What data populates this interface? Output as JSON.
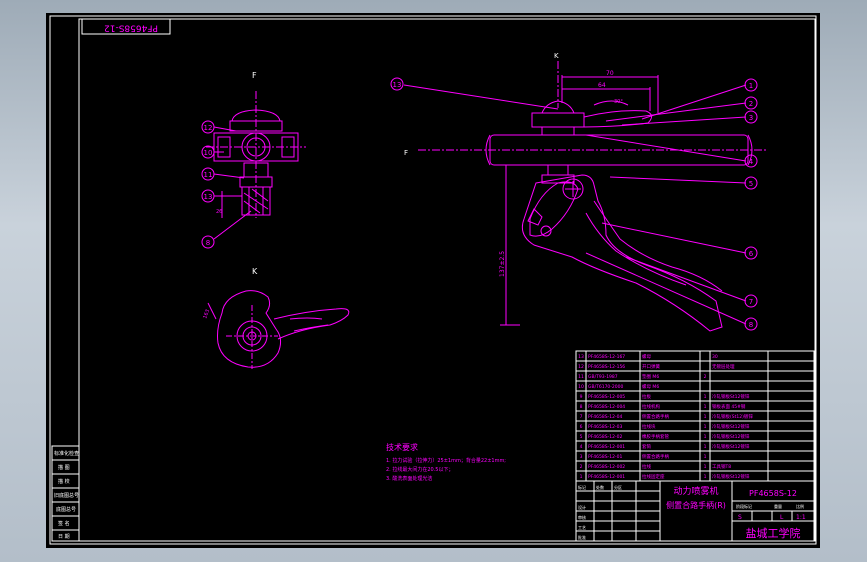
{
  "drawing": {
    "number_rotated": "PF4658S-12",
    "title_line1": "动力喷雾机",
    "title_line2": "侧置合路手柄(R)",
    "drawing_number": "PF4658S-12",
    "school": "盐城工学院",
    "scale": "1:1",
    "stage_s": "S",
    "stage_l": "L",
    "tech_req_title": "技术要求",
    "tech_req": [
      "1. 拉力试验（拉伸力）25±1mm；背合量22±1mm;",
      "2. 拉线最大间力在20.5以下；",
      "3. 酸洗表面处理光洁"
    ]
  },
  "views": {
    "view_f": "F",
    "view_k": "K",
    "dim_70": "70",
    "dim_64": "64",
    "dim_angle": "30°",
    "dim_vertical": "137±2.5",
    "dim_26": "26",
    "dim_163": "163"
  },
  "balloons": {
    "left_view": [
      "12",
      "10",
      "11",
      "13",
      "8"
    ],
    "main_view": [
      "1",
      "2",
      "3",
      "4",
      "5",
      "6",
      "7",
      "8",
      "13"
    ]
  },
  "parts": [
    {
      "no": "13",
      "code": "PF4658S-12-167",
      "name": "螺母",
      "qty": "",
      "note": "30"
    },
    {
      "no": "12",
      "code": "PF4658S-12-156",
      "name": "开口弹簧",
      "qty": "",
      "note": "无镀层处理"
    },
    {
      "no": "11",
      "code": "GB/T93-1987",
      "name": "垫圈 M6",
      "qty": "2",
      "note": ""
    },
    {
      "no": "10",
      "code": "GB/T6170-2000",
      "name": "螺母 M6",
      "qty": "",
      "note": ""
    },
    {
      "no": "9",
      "code": "PF4658S-12-005",
      "name": "拉板",
      "qty": "1",
      "note": "冷轧钢板St12镀锌"
    },
    {
      "no": "8",
      "code": "PF4658S-12-004",
      "name": "拉线机构",
      "qty": "1",
      "note": "钢板表面 45#钢"
    },
    {
      "no": "7",
      "code": "PF4658S-12-04",
      "name": "侧置合路手柄",
      "qty": "1",
      "note": "冷轧钢板(St12)镀锌"
    },
    {
      "no": "6",
      "code": "PF4658S-12-03",
      "name": "拉线块",
      "qty": "1",
      "note": "冷轧钢板St12镀锌"
    },
    {
      "no": "5",
      "code": "PF4658S-12-02",
      "name": "橡胶手柄套管",
      "qty": "1",
      "note": "冷轧钢板St12镀锌"
    },
    {
      "no": "4",
      "code": "PF4658S-12-001",
      "name": "套筒",
      "qty": "1",
      "note": "冷轧钢板St12镀锌"
    },
    {
      "no": "3",
      "code": "PF4658S-12-01",
      "name": "侧置合路手柄",
      "qty": "1",
      "note": ""
    },
    {
      "no": "2",
      "code": "PF4658S-12-002",
      "name": "拉线",
      "qty": "1",
      "note": "工具钢T8"
    },
    {
      "no": "1",
      "code": "PF4658S-12-001",
      "name": "拉线固定座",
      "qty": "1",
      "note": "冷轧钢板St12镀锌"
    }
  ],
  "left_strip": [
    "标准化检查",
    "描 图",
    "描 校",
    "旧底图总号",
    "底图总号",
    "签 名",
    "日 期"
  ],
  "title_block_labels": [
    "标记",
    "处数",
    "分区",
    "更改文件号",
    "签名",
    "年月日",
    "设计",
    "审核",
    "工艺",
    "标准化",
    "批准",
    "阶段标记",
    "重量",
    "比例"
  ],
  "colors": {
    "line": "#ff00ff",
    "border": "#ffffff",
    "background": "#000000"
  }
}
